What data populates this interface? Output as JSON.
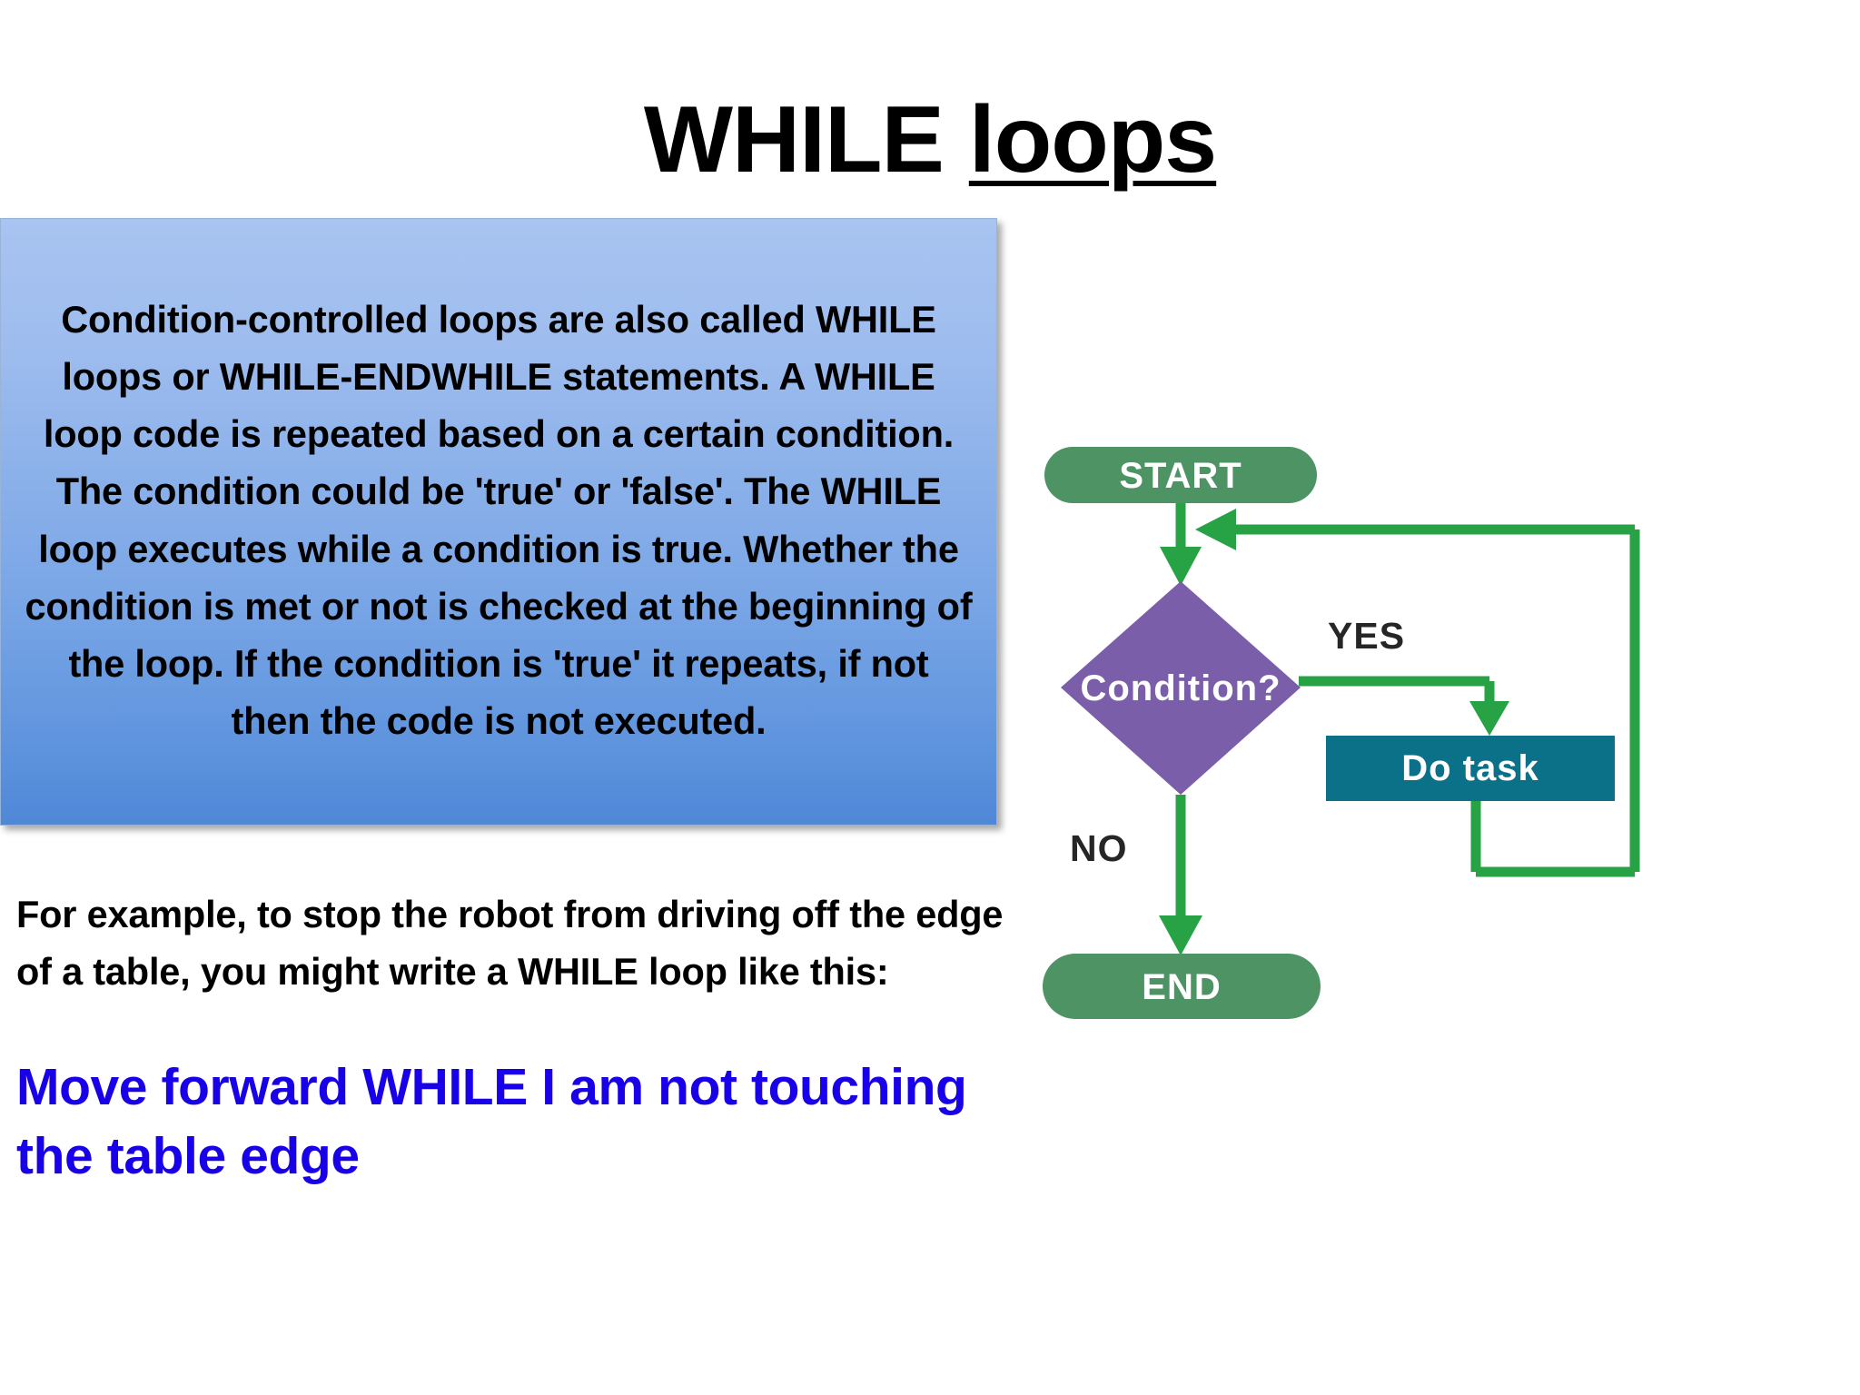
{
  "slide": {
    "title_main": "WHILE ",
    "title_underlined": "loops"
  },
  "intro_box": {
    "text": "Condition-controlled loops are also called WHILE loops or WHILE-ENDWHILE statements. A WHILE loop code is repeated based on a certain condition. The condition could be 'true' or 'false'. The WHILE loop executes while a condition is true. Whether the condition is met or not is checked at the beginning of the loop. If the condition is 'true' it repeats, if not then the code is not executed.",
    "background_gradient_top": "#a8c4f0",
    "background_gradient_bottom": "#4f88d8"
  },
  "example": {
    "intro": "For example, to stop the robot from driving off the edge of a table, you might write a WHILE loop like this:",
    "statement": "Move forward WHILE I am not touching the table edge",
    "statement_color": "#1800e8"
  },
  "flowchart": {
    "nodes": {
      "start": "START",
      "condition": "Condition?",
      "task": "Do task",
      "end": "END"
    },
    "branches": {
      "yes": "YES",
      "no": "NO"
    },
    "colors": {
      "terminator": "#4d9364",
      "decision": "#7b5ea9",
      "process": "#0a7189",
      "connector": "#27a244"
    }
  }
}
